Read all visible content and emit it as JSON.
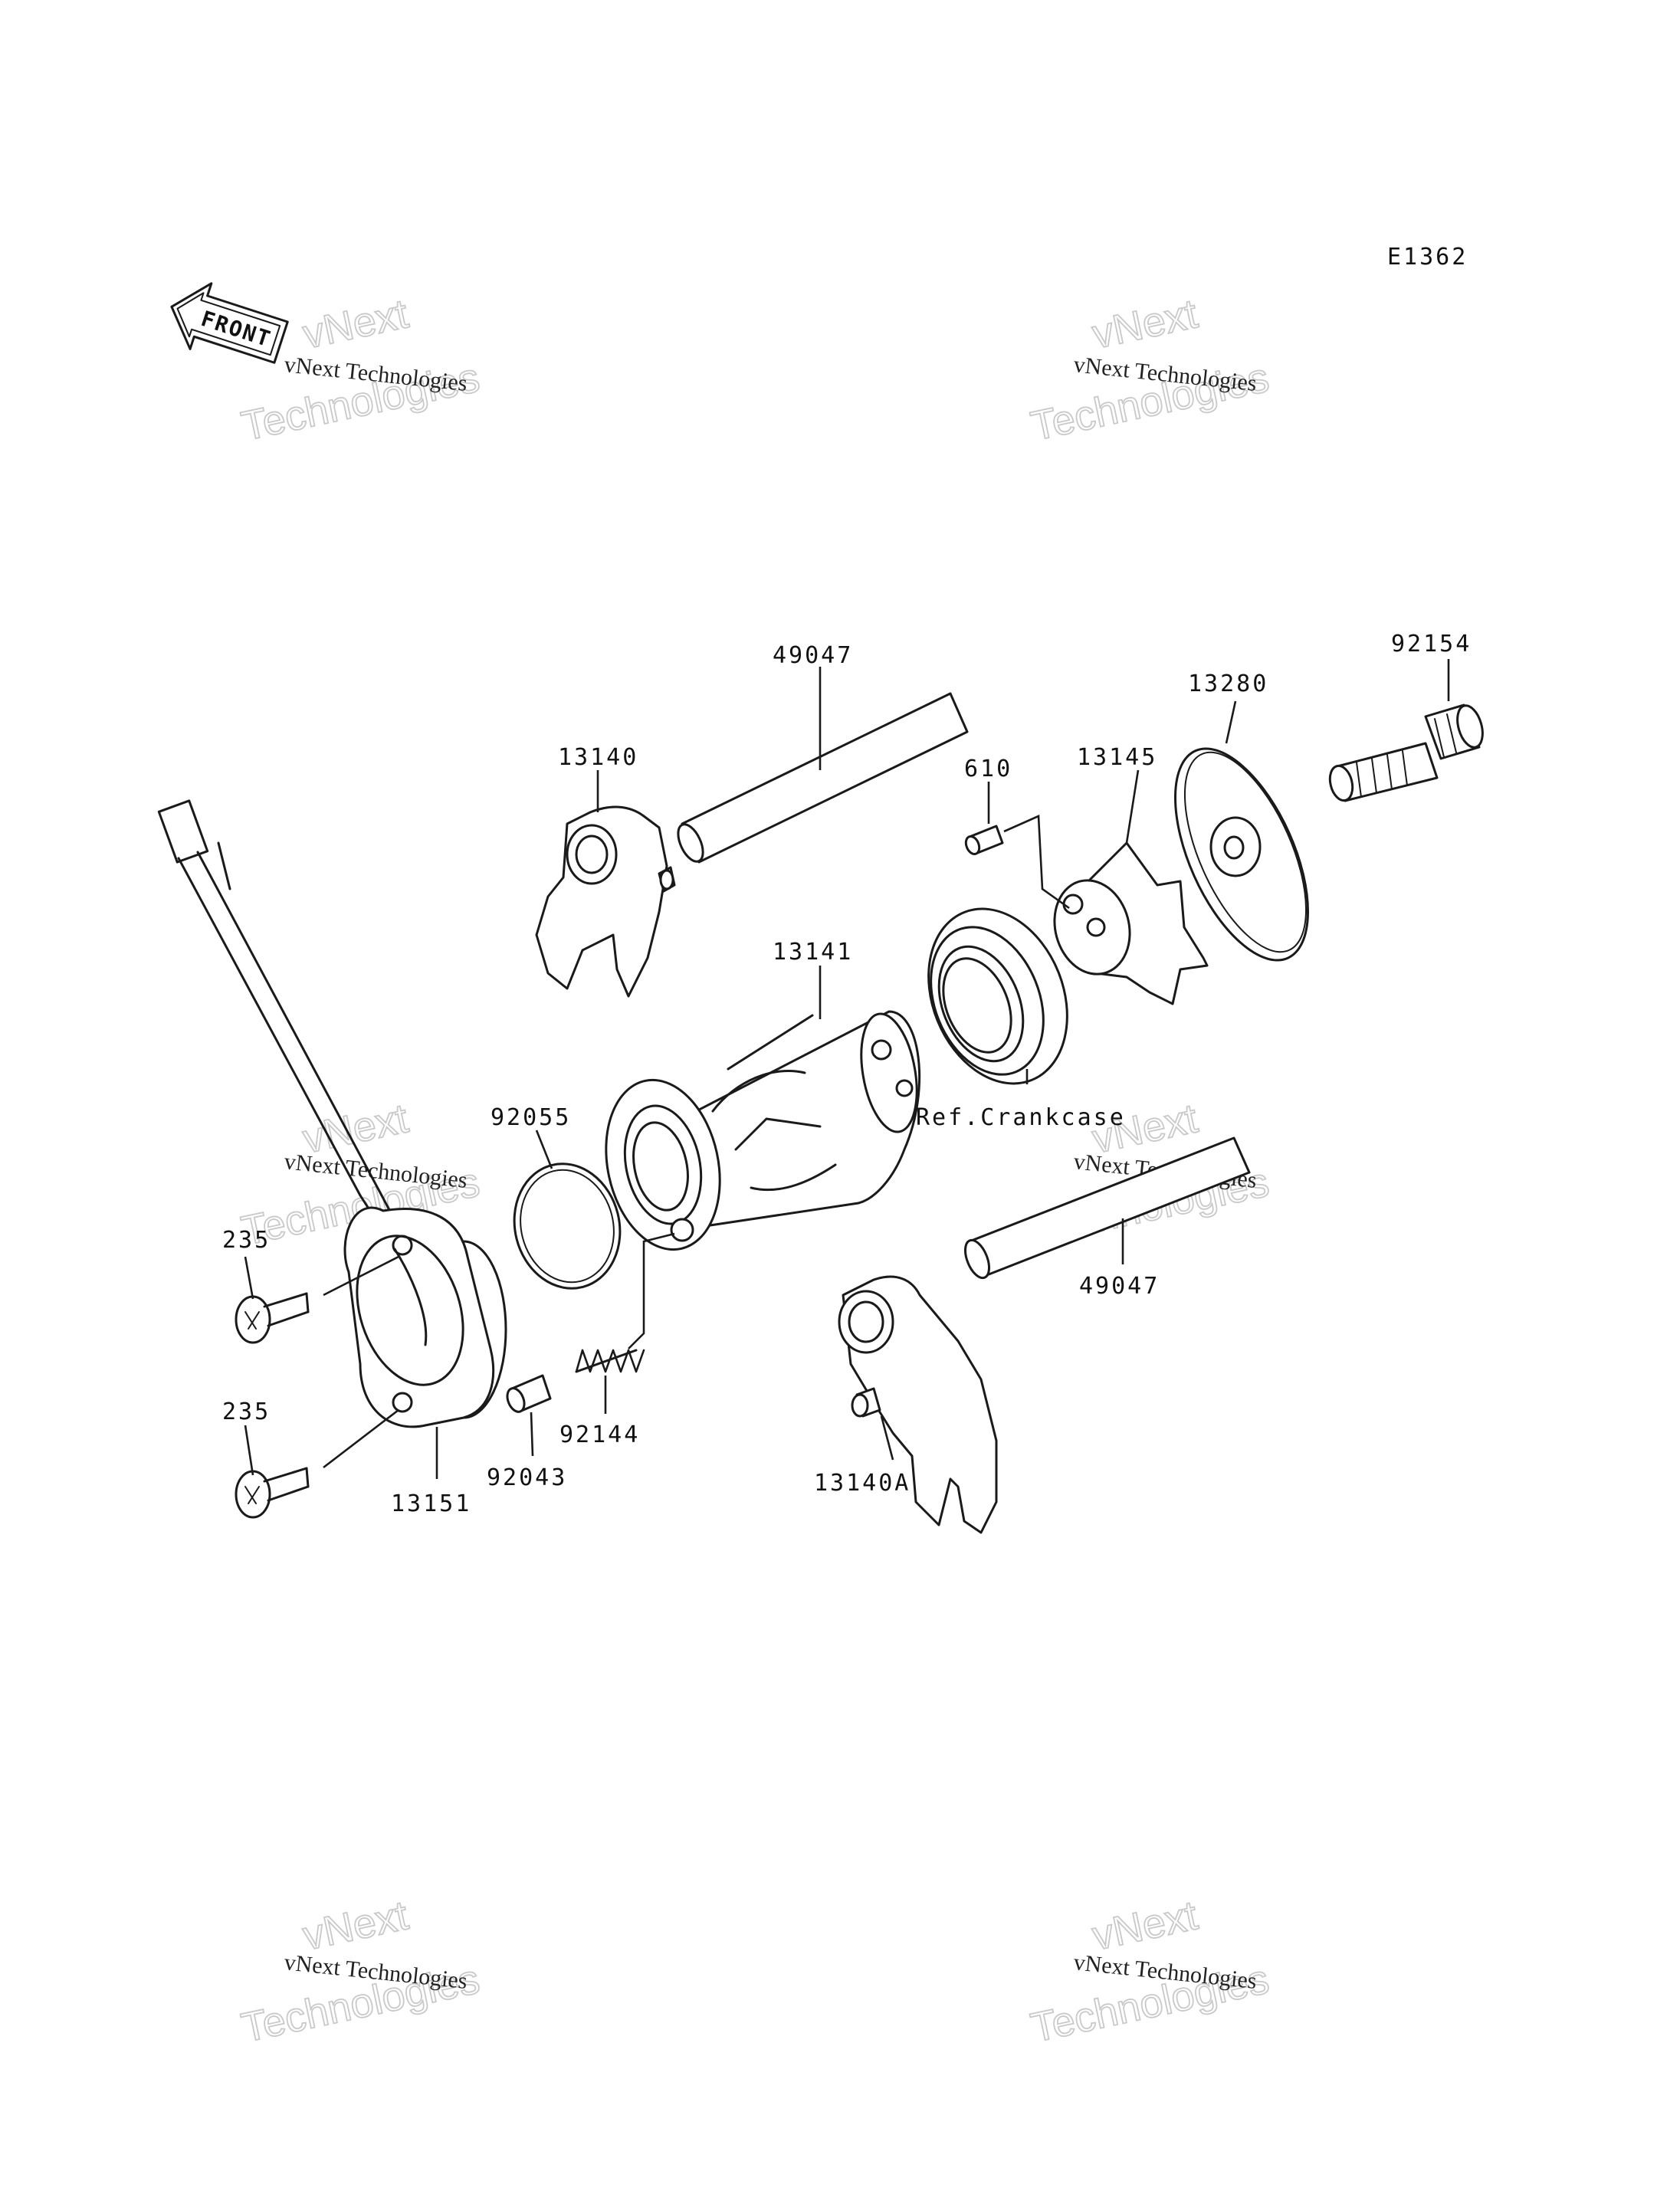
{
  "diagram": {
    "code": "E1362",
    "front_label": "FRONT",
    "watermark": {
      "brand": "vNext",
      "word": "Technologies",
      "full": "vNext Technologies"
    },
    "parts": {
      "p49047_top": "49047",
      "p13140": "13140",
      "p610": "610",
      "p13145": "13145",
      "p13280": "13280",
      "p92154": "92154",
      "p13141": "13141",
      "p92055": "92055",
      "ref_crankcase": "Ref.Crankcase",
      "p49047_bottom": "49047",
      "p235_top": "235",
      "p235_bottom": "235",
      "p13151": "13151",
      "p92043": "92043",
      "p92144": "92144",
      "p13140A": "13140A"
    }
  }
}
